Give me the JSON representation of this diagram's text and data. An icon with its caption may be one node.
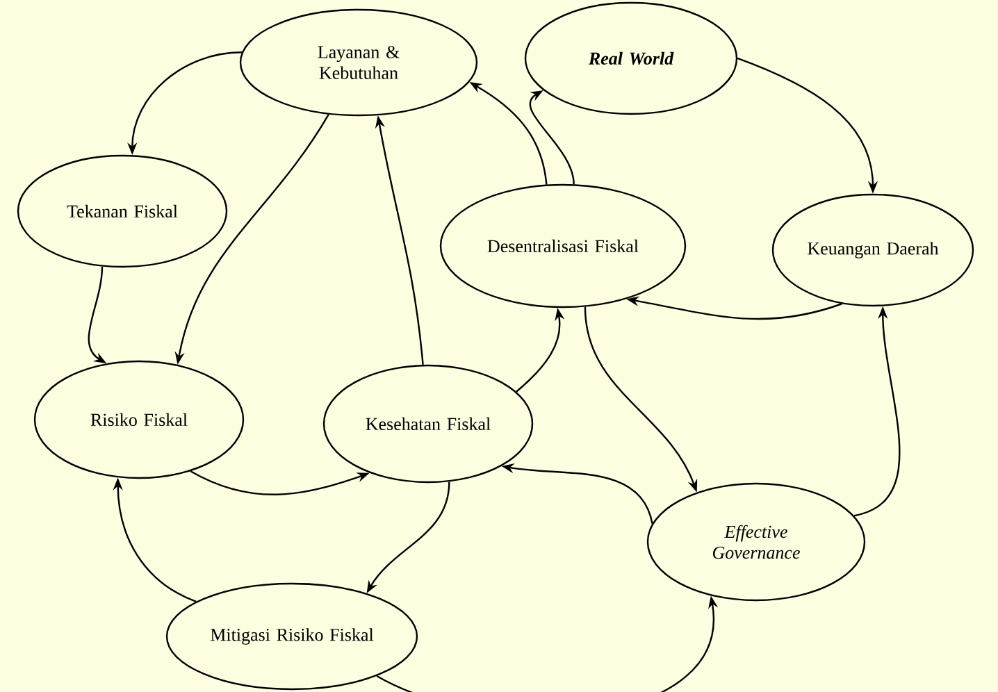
{
  "diagram": {
    "nodes": [
      {
        "text": [
          "Layanan & Kebutuhan"
        ]
      },
      {
        "text": [
          "Real World"
        ]
      },
      {
        "text": [
          "Tekanan Fiskal"
        ]
      },
      {
        "text": [
          "Desentralisasi Fiskal"
        ]
      },
      {
        "text": [
          "Keuangan Daerah"
        ]
      },
      {
        "text": [
          "Risiko Fiskal"
        ]
      },
      {
        "text": [
          "Kesehatan Fiskal"
        ]
      },
      {
        "text": [
          "Effective Governance"
        ]
      },
      {
        "text": [
          "Mitigasi Risiko Fiskal"
        ]
      }
    ],
    "edges": [
      {
        "from": 0,
        "to": 2,
        "arrow": "to"
      },
      {
        "from": 2,
        "to": 5,
        "arrow": "to"
      },
      {
        "from": 0,
        "to": 5,
        "arrow": "to"
      },
      {
        "from": 5,
        "to": 6,
        "arrow": "to"
      },
      {
        "from": 6,
        "to": 0,
        "arrow": "to"
      },
      {
        "from": 6,
        "to": 3,
        "arrow": "to"
      },
      {
        "from": 3,
        "to": 0,
        "arrow": "to"
      },
      {
        "from": 3,
        "to": 1,
        "arrow": "to"
      },
      {
        "from": 1,
        "to": 4,
        "arrow": "to"
      },
      {
        "from": 4,
        "to": 3,
        "arrow": "to"
      },
      {
        "from": 3,
        "to": 7,
        "arrow": "to"
      },
      {
        "from": 7,
        "to": 4,
        "arrow": "to"
      },
      {
        "from": 7,
        "to": 6,
        "arrow": "to"
      },
      {
        "from": 6,
        "to": 8,
        "arrow": "to"
      },
      {
        "from": 8,
        "to": 5,
        "arrow": "to"
      },
      {
        "from": 8,
        "to": 7,
        "arrow": "to"
      }
    ]
  }
}
